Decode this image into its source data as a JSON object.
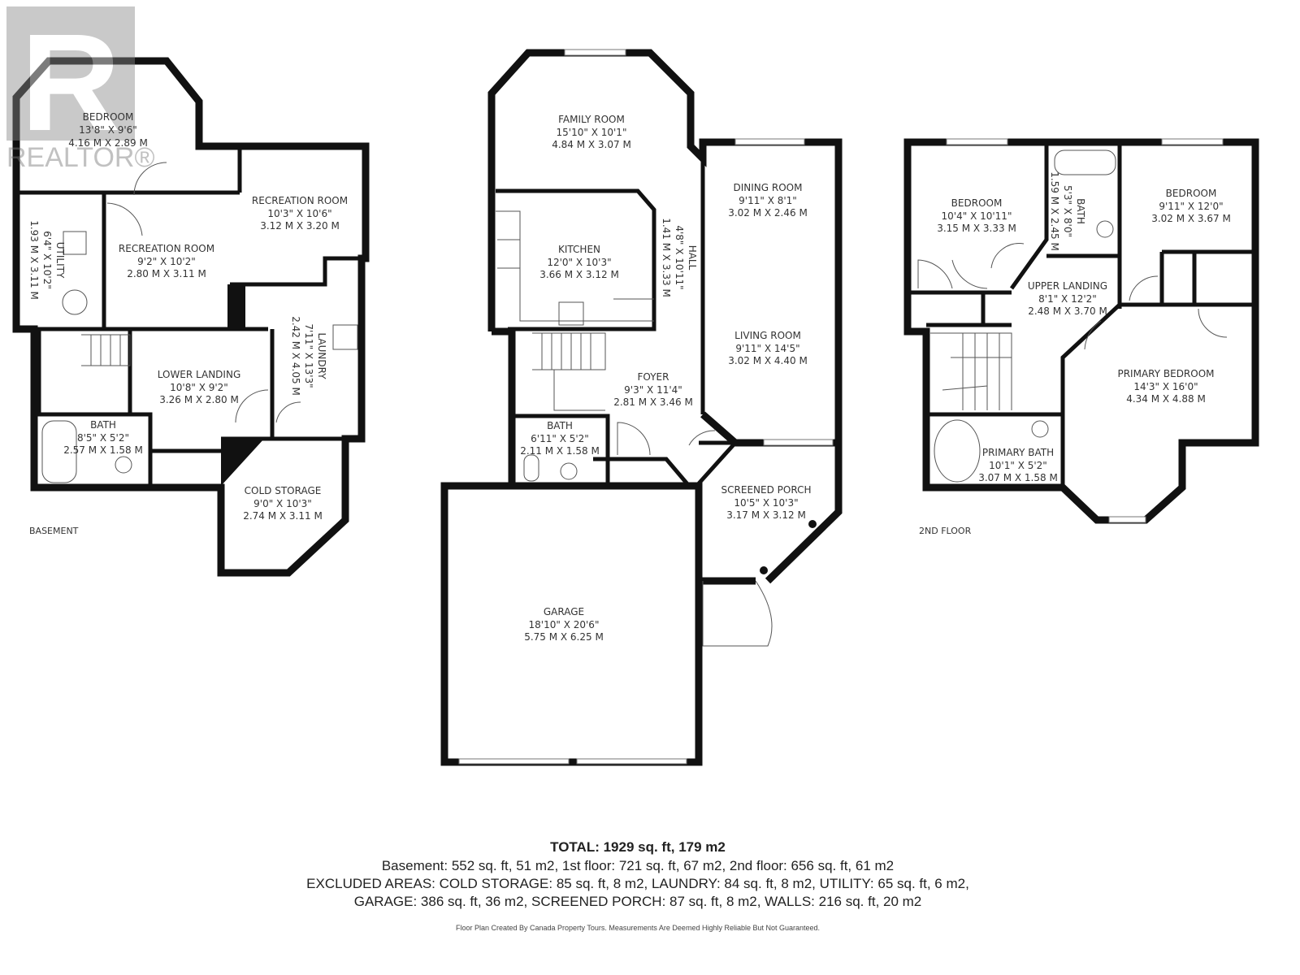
{
  "watermark": {
    "logo_letter": "R",
    "logo_text": "REALTOR®"
  },
  "floors": {
    "basement": {
      "label": "BASEMENT",
      "rooms": [
        {
          "name": "BEDROOM",
          "imperial": "13'8\" X 9'6\"",
          "metric": "4.16 M X 2.89 M"
        },
        {
          "name": "RECREATION ROOM",
          "imperial": "10'3\" X 10'6\"",
          "metric": "3.12 M X 3.20 M"
        },
        {
          "name": "RECREATION ROOM",
          "imperial": "9'2\" X 10'2\"",
          "metric": "2.80 M X 3.11 M"
        },
        {
          "name": "UTILITY",
          "imperial": "6'4\" X 10'2\"",
          "metric": "1.93 M X 3.11 M"
        },
        {
          "name": "LAUNDRY",
          "imperial": "7'11\" X 13'3\"",
          "metric": "2.42 M X 4.05 M"
        },
        {
          "name": "LOWER LANDING",
          "imperial": "10'8\" X 9'2\"",
          "metric": "3.26 M X 2.80 M"
        },
        {
          "name": "BATH",
          "imperial": "8'5\" X 5'2\"",
          "metric": "2.57 M X 1.58 M"
        },
        {
          "name": "COLD STORAGE",
          "imperial": "9'0\" X 10'3\"",
          "metric": "2.74 M X 3.11 M"
        }
      ]
    },
    "first": {
      "rooms": [
        {
          "name": "FAMILY ROOM",
          "imperial": "15'10\" X 10'1\"",
          "metric": "4.84 M X 3.07 M"
        },
        {
          "name": "KITCHEN",
          "imperial": "12'0\" X 10'3\"",
          "metric": "3.66 M X 3.12 M"
        },
        {
          "name": "HALL",
          "imperial": "4'8\" X 10'11\"",
          "metric": "1.41 M X 3.33 M"
        },
        {
          "name": "DINING ROOM",
          "imperial": "9'11\" X 8'1\"",
          "metric": "3.02 M X 2.46 M"
        },
        {
          "name": "LIVING ROOM",
          "imperial": "9'11\" X 14'5\"",
          "metric": "3.02 M X 4.40 M"
        },
        {
          "name": "FOYER",
          "imperial": "9'3\" X 11'4\"",
          "metric": "2.81 M X 3.46 M"
        },
        {
          "name": "BATH",
          "imperial": "6'11\" X 5'2\"",
          "metric": "2.11 M X 1.58 M"
        },
        {
          "name": "SCREENED PORCH",
          "imperial": "10'5\" X 10'3\"",
          "metric": "3.17 M X 3.12 M"
        },
        {
          "name": "GARAGE",
          "imperial": "18'10\" X 20'6\"",
          "metric": "5.75 M X 6.25 M"
        }
      ]
    },
    "second": {
      "label": "2ND FLOOR",
      "rooms": [
        {
          "name": "BEDROOM",
          "imperial": "10'4\" X 10'11\"",
          "metric": "3.15 M X 3.33 M"
        },
        {
          "name": "BATH",
          "imperial": "5'3\" X 8'0\"",
          "metric": "1.59 M X 2.45 M"
        },
        {
          "name": "BEDROOM",
          "imperial": "9'11\" X 12'0\"",
          "metric": "3.02 M X 3.67 M"
        },
        {
          "name": "UPPER LANDING",
          "imperial": "8'1\" X 12'2\"",
          "metric": "2.48 M X 3.70 M"
        },
        {
          "name": "PRIMARY BEDROOM",
          "imperial": "14'3\" X 16'0\"",
          "metric": "4.34 M X 4.88 M"
        },
        {
          "name": "PRIMARY BATH",
          "imperial": "10'1\" X 5'2\"",
          "metric": "3.07 M X 1.58 M"
        }
      ]
    }
  },
  "totals": {
    "total": "TOTAL: 1929 sq. ft, 179 m2",
    "floors": "Basement: 552 sq. ft, 51 m2, 1st floor: 721 sq. ft, 67 m2, 2nd floor: 656 sq. ft, 61 m2",
    "excluded_1": "EXCLUDED AREAS: COLD STORAGE: 85 sq. ft, 8 m2, LAUNDRY: 84 sq. ft, 8 m2, UTILITY: 65 sq. ft, 6 m2,",
    "excluded_2": "GARAGE: 386 sq. ft, 36 m2, SCREENED PORCH: 87 sq. ft, 8 m2, WALLS: 216 sq. ft, 20 m2",
    "note": "Floor Plan Created By Canada Property Tours. Measurements Are Deemed Highly Reliable But Not Guaranteed."
  }
}
